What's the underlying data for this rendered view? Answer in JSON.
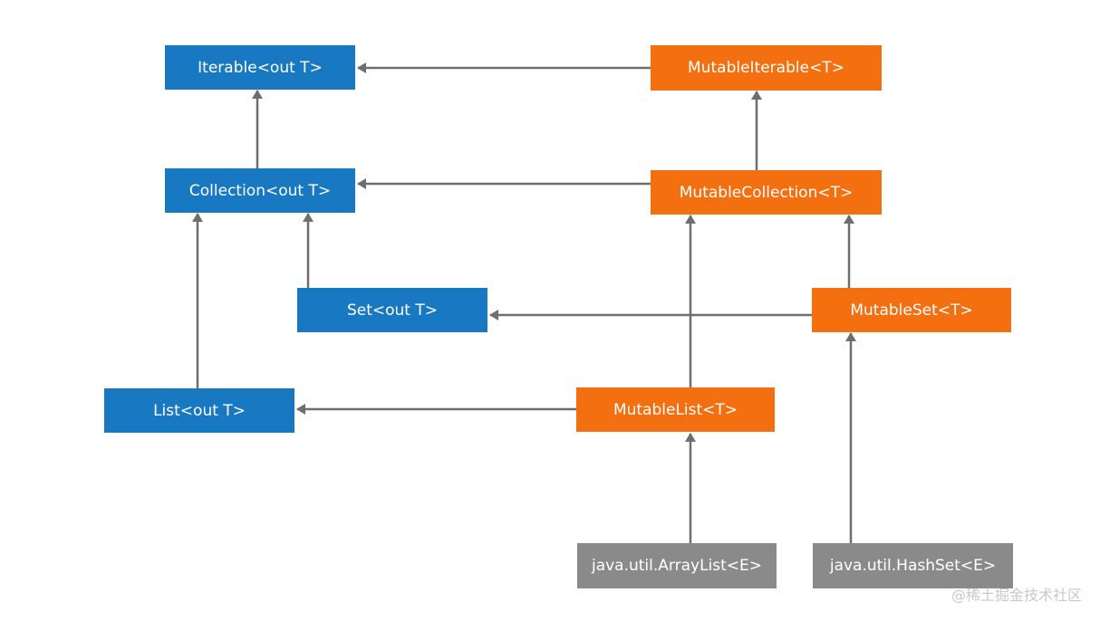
{
  "nodes": {
    "iterable": "Iterable<out T>",
    "collection": "Collection<out T>",
    "set": "Set<out T>",
    "list": "List<out T>",
    "mutable_iterable": "MutableIterable<T>",
    "mutable_collection": "MutableCollection<T>",
    "mutable_set": "MutableSet<T>",
    "mutable_list": "MutableList<T>",
    "array_list": "java.util.ArrayList<E>",
    "hash_set": "java.util.HashSet<E>"
  },
  "colors": {
    "read_only": "#1878c2",
    "mutable": "#f36f10",
    "java_impl": "#8a8a8a",
    "arrow": "#6e6e6e"
  },
  "watermark": "@稀土掘金技术社区"
}
